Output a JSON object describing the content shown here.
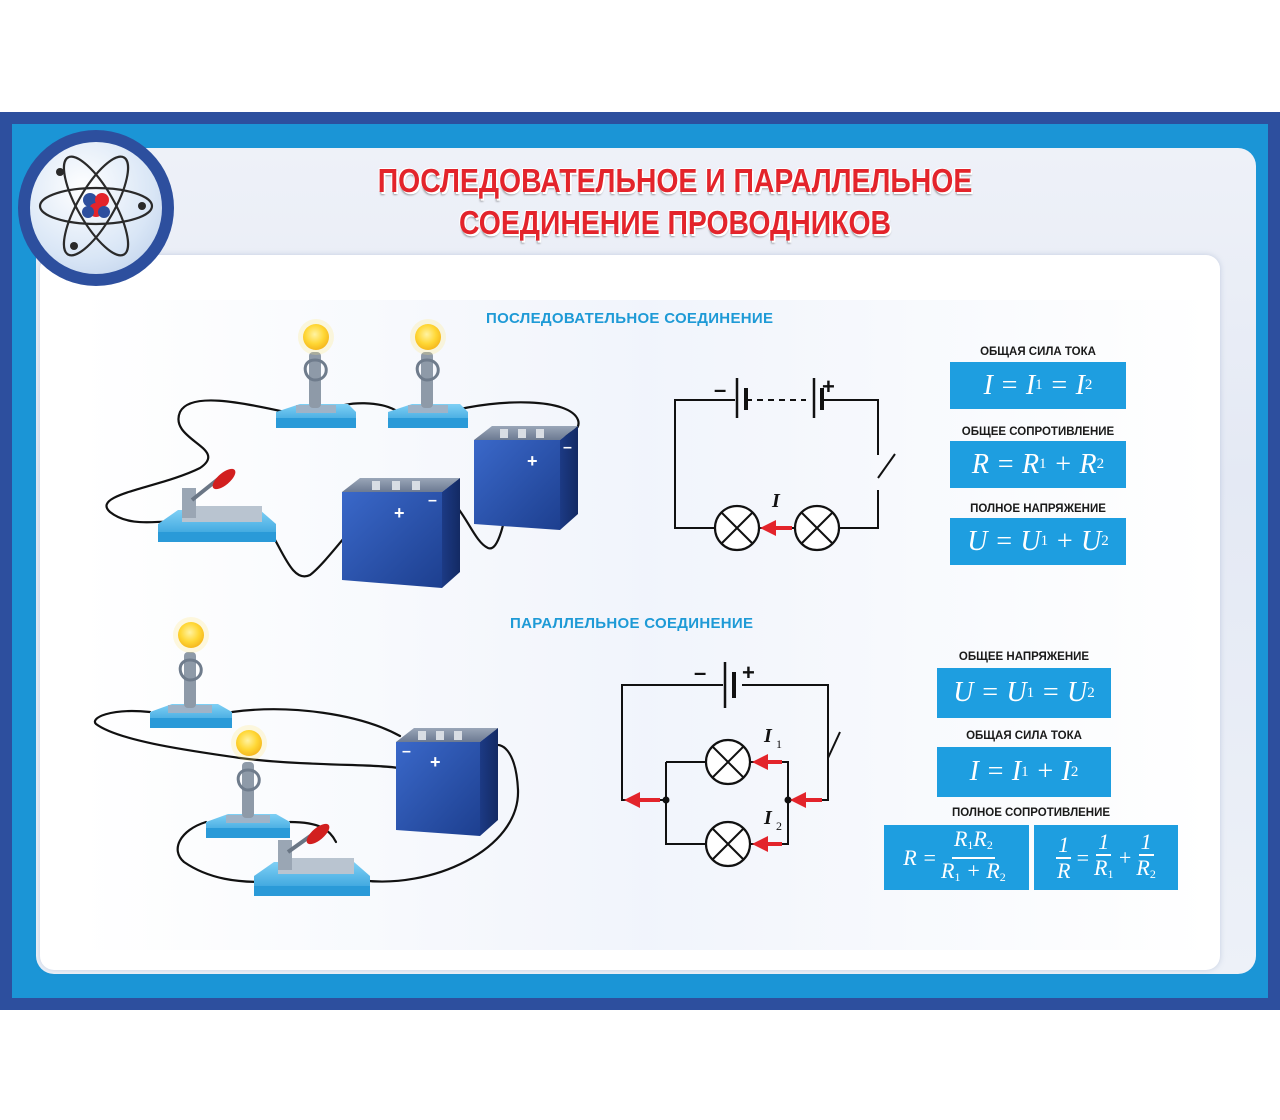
{
  "title": {
    "line1": "ПОСЛЕДОВАТЕЛЬНОЕ И ПАРАЛЛЕЛЬНОЕ",
    "line2": "СОЕДИНЕНИЕ ПРОВОДНИКОВ"
  },
  "icons": {
    "logo": "atom-icon"
  },
  "colors": {
    "accent": "#1e9ee0",
    "title": "#e3242b",
    "frame": "#2d4f9e",
    "arrow": "#e3242b"
  },
  "series": {
    "heading": "ПОСЛЕДОВАТЕЛЬНОЕ СОЕДИНЕНИЕ",
    "schematic": {
      "minus": "–",
      "plus": "+",
      "current": "I"
    },
    "battery_signs": {
      "plus": "+",
      "minus": "–"
    },
    "formulas": [
      {
        "label": "ОБЩАЯ СИЛА ТОКА",
        "lhs": "I",
        "a": "I",
        "a_sub": "1",
        "op": "=",
        "b": "I",
        "b_sub": "2"
      },
      {
        "label": "ОБЩЕЕ СОПРОТИВЛЕНИЕ",
        "lhs": "R",
        "a": "R",
        "a_sub": "1",
        "op": "+",
        "b": "R",
        "b_sub": "2"
      },
      {
        "label": "ПОЛНОЕ НАПРЯЖЕНИЕ",
        "lhs": "U",
        "a": "U",
        "a_sub": "1",
        "op": "+",
        "b": "U",
        "b_sub": "2"
      }
    ]
  },
  "parallel": {
    "heading": "ПАРАЛЛЕЛЬНОЕ СОЕДИНЕНИЕ",
    "schematic": {
      "minus": "–",
      "plus": "+",
      "i1": "I",
      "i1_sub": "1",
      "i2": "I",
      "i2_sub": "2"
    },
    "battery_signs": {
      "plus": "+",
      "minus": "–"
    },
    "formulas": [
      {
        "label": "ОБЩЕЕ НАПРЯЖЕНИЕ",
        "lhs": "U",
        "a": "U",
        "a_sub": "1",
        "op": "=",
        "b": "U",
        "b_sub": "2"
      },
      {
        "label": "ОБЩАЯ СИЛА ТОКА",
        "lhs": "I",
        "a": "I",
        "a_sub": "1",
        "op": "+",
        "b": "I",
        "b_sub": "2"
      }
    ],
    "resistance": {
      "label": "ПОЛНОЕ СОПРОТИВЛЕНИЕ",
      "f1": {
        "lhs": "R",
        "num_a": "R",
        "num_a_sub": "1",
        "num_b": "R",
        "num_b_sub": "2",
        "den_a": "R",
        "den_a_sub": "1",
        "den_op": "+",
        "den_b": "R",
        "den_b_sub": "2"
      },
      "f2": {
        "one": "1",
        "lhs": "R",
        "a": "R",
        "a_sub": "1",
        "op": "+",
        "b": "R",
        "b_sub": "2"
      }
    }
  }
}
